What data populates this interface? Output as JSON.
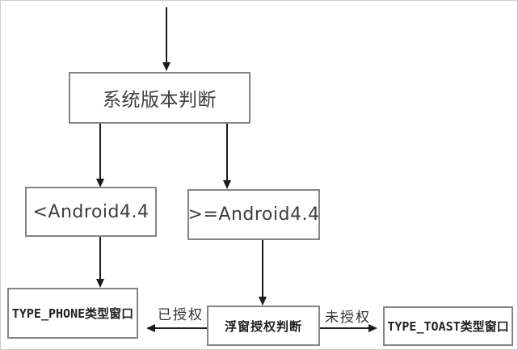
{
  "diagram": {
    "title": "Android floating window type decision flowchart",
    "nodes": {
      "system_version": {
        "label": "系统版本判断"
      },
      "lt_android44": {
        "label": "<Android4.4"
      },
      "gte_android44": {
        "label": ">=Android4.4"
      },
      "type_phone": {
        "label": "TYPE_PHONE类型窗口"
      },
      "float_permission": {
        "label": "浮窗授权判断"
      },
      "type_toast": {
        "label": "TYPE_TOAST类型窗口"
      }
    },
    "edge_labels": {
      "authorized": "已授权",
      "unauthorized": "未授权"
    },
    "colors": {
      "box_border": "#848484",
      "arrow": "#1a1a1a",
      "light_text": "#3e3e3e",
      "bold_text": "#222222",
      "canvas_border": "#cccccc",
      "background": "#ffffff"
    }
  }
}
